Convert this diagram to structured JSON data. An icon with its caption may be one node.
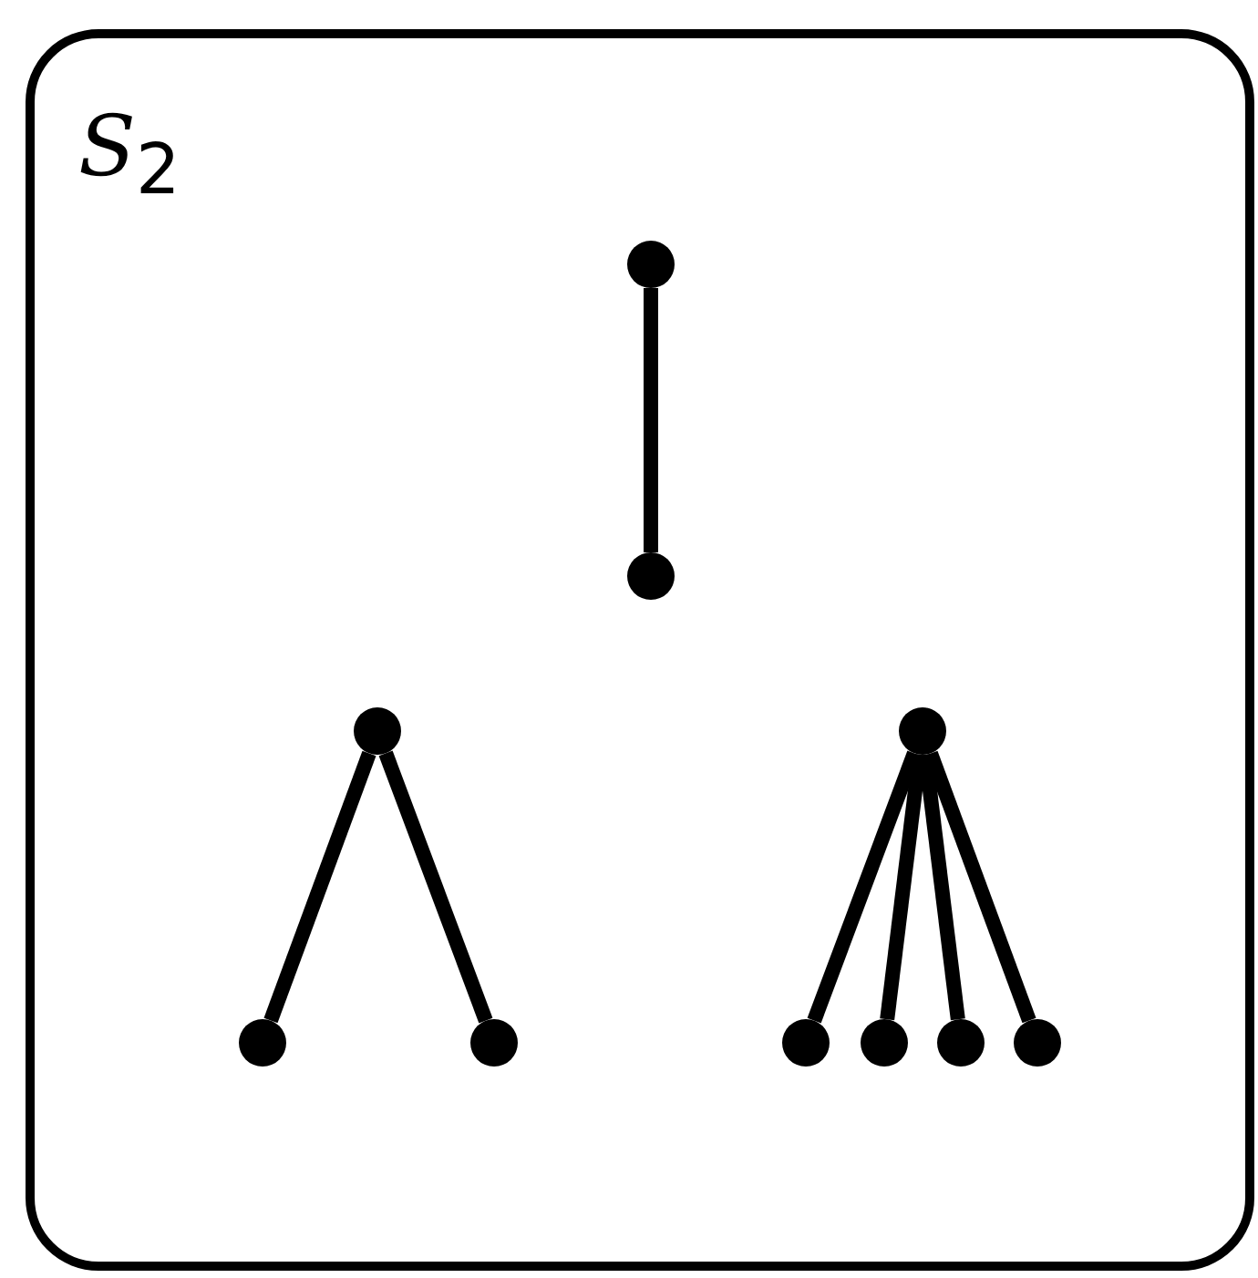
{
  "diagram": {
    "nodes": [
      {
        "text": [
          "*S*$_{2}$"
        ]
      },
      {
        "text": [],
        "shape": "circle",
        "in": 0
      },
      {
        "text": [],
        "shape": "circle",
        "in": 0
      },
      {
        "text": [],
        "shape": "circle",
        "in": 0
      },
      {
        "text": [],
        "shape": "circle",
        "in": 0
      },
      {
        "text": [],
        "shape": "circle",
        "in": 0
      },
      {
        "text": [],
        "shape": "circle",
        "in": 0
      },
      {
        "text": [],
        "shape": "circle",
        "in": 0
      },
      {
        "text": [],
        "shape": "circle",
        "in": 0
      },
      {
        "text": [],
        "shape": "circle",
        "in": 0
      },
      {
        "text": [],
        "shape": "circle",
        "in": 0
      }
    ],
    "edges": [
      {
        "from": 1,
        "to": 2,
        "arrow": "none"
      },
      {
        "from": 3,
        "to": 5,
        "arrow": "none"
      },
      {
        "from": 3,
        "to": 6,
        "arrow": "none"
      },
      {
        "from": 4,
        "to": 7,
        "arrow": "none"
      },
      {
        "from": 4,
        "to": 8,
        "arrow": "none"
      },
      {
        "from": 4,
        "to": 9,
        "arrow": "none"
      },
      {
        "from": 4,
        "to": 10,
        "arrow": "none"
      }
    ]
  }
}
